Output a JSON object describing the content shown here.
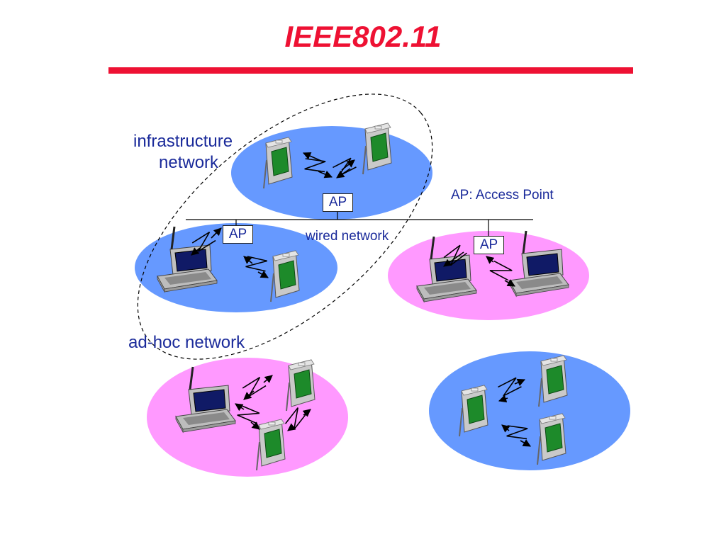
{
  "title": "IEEE802.11",
  "labels": {
    "infrastructure_line1": "infrastructure",
    "infrastructure_line2": "network",
    "adhoc": "ad-hoc network",
    "ap_legend": "AP: Access Point",
    "wired": "wired network"
  },
  "access_points": [
    "AP",
    "AP",
    "AP"
  ],
  "colors": {
    "title": "#ee1133",
    "text": "#1a2a9a",
    "blue_cell": "#6699ff",
    "pink_cell": "#ff99ff",
    "pda_screen": "#1d8a2a",
    "laptop_screen": "#101a66"
  }
}
